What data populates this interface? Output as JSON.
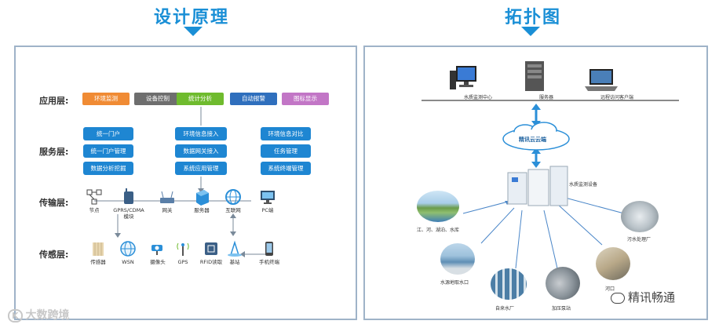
{
  "left": {
    "title": "设计原理",
    "layers": {
      "app": "应用层:",
      "service": "服务层:",
      "transport": "传输层:",
      "sensing": "传感层:"
    },
    "app_boxes": [
      {
        "label": "环境监测",
        "color": "#f08b34"
      },
      {
        "label": "设备控制",
        "color": "#6e6e6e"
      },
      {
        "label": "统计分析",
        "color": "#6fbb2e"
      },
      {
        "label": "自动报警",
        "color": "#2f6fbd"
      },
      {
        "label": "图标显示",
        "color": "#c276c6"
      }
    ],
    "services": [
      [
        "统一门户",
        "统一门户管理",
        "数据分析挖掘"
      ],
      [
        "环境信息接入",
        "数据网关接入",
        "系统应用管理"
      ],
      [
        "环境信息对比",
        "任务管理",
        "系统终端管理"
      ]
    ],
    "transport": [
      "节点",
      "GPRS/CDMA\n模块",
      "网关",
      "服务器",
      "互联网",
      "PC端"
    ],
    "sensing": [
      "传感器",
      "WSN",
      "摄像头",
      "GPS",
      "RFID读取",
      "基站",
      "手机终端"
    ]
  },
  "right": {
    "title": "拓扑图",
    "top_devices": [
      "水质监测中心",
      "服务器",
      "远程访问客户端"
    ],
    "cloud": "精讯云云端",
    "station": "水质监测设备",
    "sites": [
      "江、河、湖泊、水库",
      "水源地取水口",
      "自来水厂",
      "加压泵站",
      "河口",
      "污水处理厂"
    ]
  },
  "watermarks": {
    "left": "大数跨境",
    "right": "精讯畅通"
  }
}
